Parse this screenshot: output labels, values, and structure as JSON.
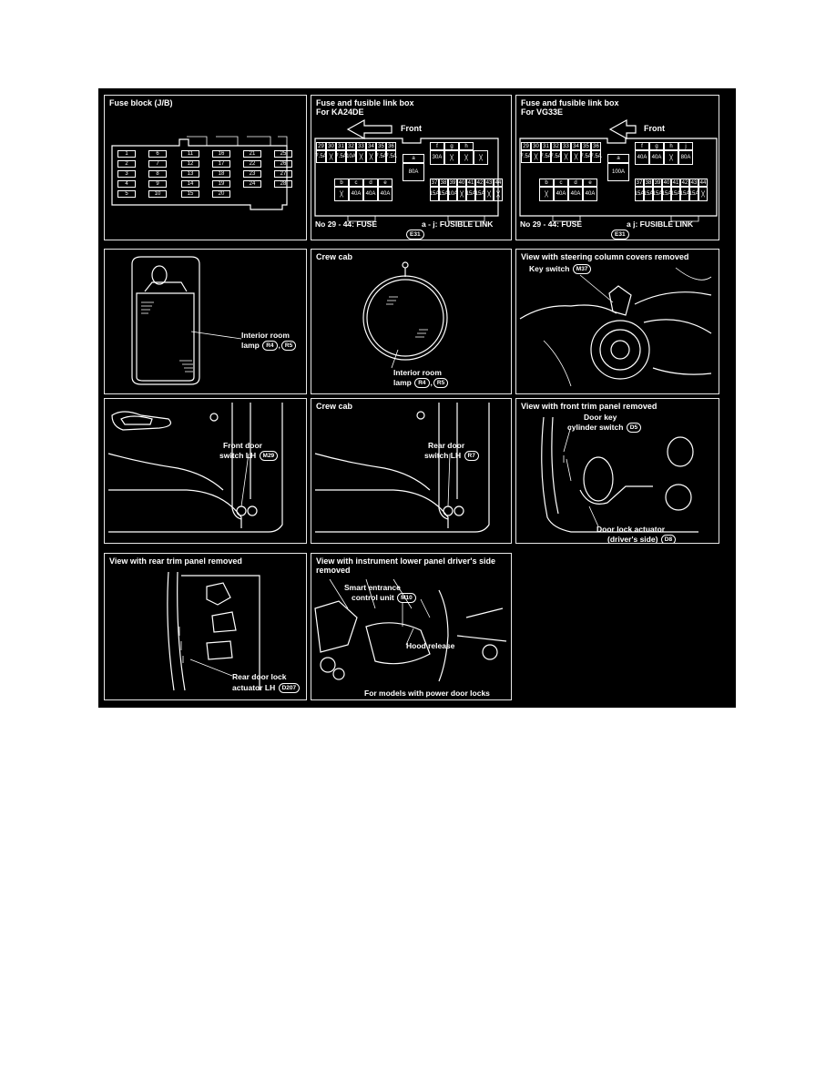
{
  "panels": {
    "fuse_block": {
      "title": "Fuse block (J/B)"
    },
    "fusible_ka24de": {
      "title": "Fuse and fusible link box\nFor KA24DE",
      "front": "Front",
      "fuse_note": "No 29 - 44:  FUSE",
      "link_note": "a - j:  FUSIBLE LINK",
      "connector": "E31"
    },
    "fusible_vg33e": {
      "title": "Fuse and fusible link box\nFor VG33E",
      "front": "Front",
      "fuse_note": "No 29 - 44:  FUSE",
      "link_note": "a   j:  FUSIBLE LINK",
      "connector": "E31"
    },
    "room_lamp": {
      "label_line1": "Interior room",
      "label_line2": "lamp",
      "conn_a": "R4",
      "conn_b": "R5"
    },
    "crew_cab_lamp": {
      "title": "Crew cab",
      "label_line1": "Interior room",
      "label_line2": "lamp",
      "conn_a": "R4",
      "conn_b": "R5"
    },
    "steering": {
      "title": "View with steering column covers removed",
      "label": "Key switch",
      "conn": "M37"
    },
    "front_door": {
      "label_line1": "Front door",
      "label_line2": "switch LH",
      "conn": "M29"
    },
    "rear_door": {
      "title": "Crew cab",
      "label_line1": "Rear door",
      "label_line2": "switch LH",
      "conn": "R7"
    },
    "front_trim": {
      "title": "View with front trim panel removed",
      "key_line1": "Door key",
      "key_line2": "cylinder switch",
      "key_conn": "D5",
      "act_line1": "Door lock actuator",
      "act_line2": "(driver's side)",
      "act_conn": "D8"
    },
    "rear_trim": {
      "title": "View with rear trim panel removed",
      "label_line1": "Rear door lock",
      "label_line2": "actuator LH",
      "conn": "D207"
    },
    "instrument": {
      "title": "View with instrument lower panel driver's side\nremoved",
      "unit_line1": "Smart entrance",
      "unit_line2": "control unit",
      "unit_conn": "M10",
      "hood": "Hood release",
      "note": "For models with power door locks"
    }
  },
  "fuse_block_numbers": [
    "1",
    "2",
    "3",
    "4",
    "5",
    "6",
    "7",
    "8",
    "9",
    "10",
    "11",
    "12",
    "13",
    "14",
    "15",
    "16",
    "17",
    "18",
    "19",
    "20",
    "21",
    "22",
    "23",
    "24",
    "25",
    "26",
    "27",
    "28"
  ],
  "ka24de": {
    "top_fuses": [
      "29",
      "30",
      "31",
      "32",
      "33",
      "34",
      "35",
      "36"
    ],
    "top_ratings": [
      "7.5A",
      "X",
      "7.5A",
      "10A",
      "X",
      "X",
      "7.5A",
      "7.5A"
    ],
    "links_top": [
      "f",
      "g",
      "h"
    ],
    "link_f_rating": "30A",
    "link_a": "a",
    "link_a_rating": "80A",
    "links_bottom": [
      "b",
      "c",
      "d",
      "e"
    ],
    "links_bottom_ratings": [
      "",
      "40A",
      "40A",
      "40A"
    ],
    "bottom_fuses": [
      "37",
      "38",
      "39",
      "40",
      "41",
      "42",
      "43",
      "44"
    ],
    "bottom_ratings": [
      "15A",
      "15A",
      "10A",
      "X",
      "15A",
      "15A",
      "X",
      "X"
    ]
  },
  "vg33e": {
    "top_fuses": [
      "29",
      "30",
      "31",
      "32",
      "33",
      "34",
      "35",
      "36"
    ],
    "top_ratings": [
      "7.5A",
      "X",
      "7.5A",
      "7.5A",
      "X",
      "X",
      "7.5A",
      "7.5A"
    ],
    "links_top": [
      "f",
      "g",
      "h",
      "j"
    ],
    "links_top_ratings": [
      "40A",
      "40A",
      "",
      "80A"
    ],
    "link_a": "a",
    "link_a_rating": "100A",
    "links_bottom": [
      "b",
      "c",
      "d",
      "e"
    ],
    "links_bottom_ratings": [
      "",
      "40A",
      "40A",
      "40A"
    ],
    "bottom_fuses": [
      "37",
      "38",
      "39",
      "40",
      "41",
      "42",
      "43",
      "44"
    ],
    "bottom_ratings": [
      "15A",
      "15A",
      "15A",
      "15A",
      "15A",
      "15A",
      "15A",
      ""
    ]
  }
}
